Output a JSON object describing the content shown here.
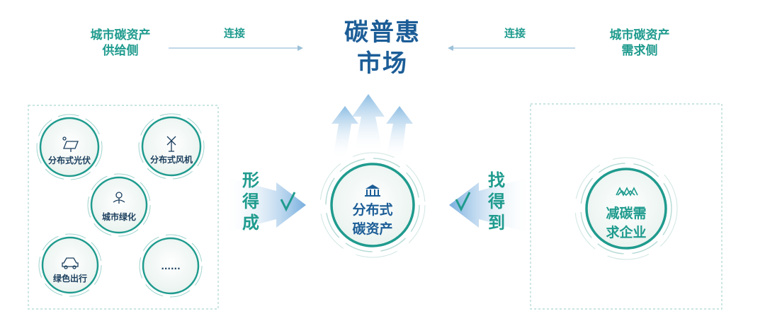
{
  "top": {
    "left_label_line1": "城市碳资产",
    "left_label_line2": "供给侧",
    "left_connect": "连接",
    "title_line1": "碳普惠",
    "title_line2": "市场",
    "right_connect": "连接",
    "right_label_line1": "城市碳资产",
    "right_label_line2": "需求侧"
  },
  "left_panel": {
    "items": [
      {
        "label": "分布式光伏",
        "icon": "solar-panel-icon"
      },
      {
        "label": "分布式风机",
        "icon": "windmill-icon"
      },
      {
        "label": "城市绿化",
        "icon": "tree-icon"
      },
      {
        "label": "绿色出行",
        "icon": "car-icon"
      },
      {
        "label": "......",
        "icon": ""
      }
    ]
  },
  "left_arrow": {
    "c1": "形",
    "c2": "得",
    "c3": "成"
  },
  "center": {
    "line1": "分布式",
    "line2": "碳资产",
    "icon": "bank-icon"
  },
  "right_arrow": {
    "c1": "找",
    "c2": "得",
    "c3": "到"
  },
  "right_panel": {
    "line1": "减碳需",
    "line2": "求企业",
    "icon": "factory-icon"
  },
  "colors": {
    "teal": "#1f9b8e",
    "blue": "#1c5d97",
    "arrow": "#8fc3e6"
  }
}
